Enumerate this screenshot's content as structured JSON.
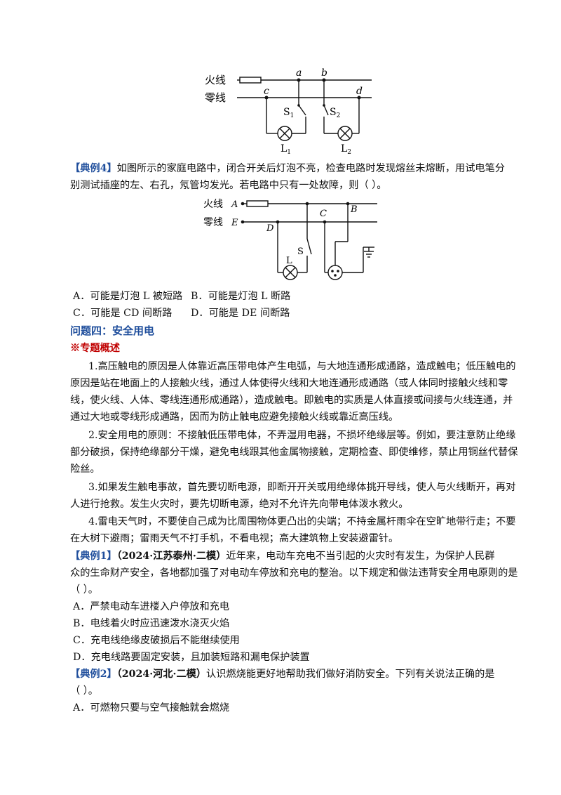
{
  "fig1": {
    "live_label": "火线",
    "neutral_label": "零线",
    "point_a": "a",
    "point_b": "b",
    "point_c": "c",
    "point_d": "d",
    "s1": "S",
    "s1_sub": "1",
    "s2": "S",
    "s2_sub": "2",
    "l1": "L",
    "l1_sub": "1",
    "l2": "L",
    "l2_sub": "2"
  },
  "example4": {
    "label": "【典例4】",
    "text_line1": "如图所示的家庭电路中，闭合开关后灯泡不亮，检查电路时发现熔丝未熔断，用试电笔分",
    "text_line2": "别测试插座的左、右孔，氖管均发光。若电路中只有一处故障，则（      ）。"
  },
  "fig2": {
    "live_label": "火线",
    "neutral_label": "零线",
    "point_A": "A",
    "point_E": "E",
    "point_C": "C",
    "point_B": "B",
    "point_D": "D",
    "switch_S": "S",
    "lamp_L": "L"
  },
  "example4_options": {
    "A": "A．可能是灯泡 L 被短路",
    "B": "B．可能是灯泡 L 断路",
    "C": "C．可能是 CD 间断路",
    "D": "D．可能是 DE 间断路"
  },
  "section4": {
    "title": "问题四：安全用电",
    "overview_label": "※专题概述",
    "p1_line1": "1.高压触电的原因是人体靠近高压带电体产生电弧，与大地连通形成通路，造成触电；低压触电的",
    "p1_line2": "原因是站在地面上的人接触火线，通过人体使得火线和大地连通形成通路（或人体同时接触火线和零",
    "p1_line3": "线，使火线、人体、零线连通形成通路），造成触电。即触电的实质是人体直接或间接与火线连通，并",
    "p1_line4": "通过大地或零线形成通路，因而为防止触电应避免接触火线或靠近高压线。",
    "p2_line1": "2.安全用电的原则：不接触低压带电体，不弄湿用电器，不损坏绝缘层等。例如，要注意防止绝缘",
    "p2_line2": "部分破损，保持绝缘部分干燥，避免电线跟其他金属物接触，定期检查、即使维修，禁止用铜丝代替保",
    "p2_line3": "险丝。",
    "p3_line1": "3.如果发生触电事故，首先要切断电源，即断开开关或用绝缘体挑开导线，使人与火线断开，再对",
    "p3_line2": "人进行抢救。发生火灾时，要先切断电源，绝对不允许先向带电体泼水救火。",
    "p4_line1": "4.雷电天气时，不要使自己成为比周围物体更凸出的尖端；不持金属杆雨伞在空旷地带行走；不要",
    "p4_line2": "在大树下避雨；雷雨天气不打手机，不看电视；高大建筑物上安装避雷针。"
  },
  "example1": {
    "label": "【典例1】",
    "source": "（2024·江苏泰州·二模）",
    "text_line1": "近年来，电动车充电不当引起的火灾时有发生，为保护人民群",
    "text_line2": "众的生命财产安全，各地都加强了对电动车停放和充电的整治。以下规定和做法违背安全用电原则的是",
    "text_line3": "（      ）。",
    "opt_A": "A．严禁电动车进楼入户停放和充电",
    "opt_B": "B．电线着火时应迅速泼水浇灭火焰",
    "opt_C": "C．充电线绝缘皮破损后不能继续使用",
    "opt_D": "D．充电线路要固定安装，且加装短路和漏电保护装置"
  },
  "example2": {
    "label": "【典例2】",
    "source": "（2024·河北·二模）",
    "text_line1": "认识燃烧能更好地帮助我们做好消防安全。下列有关说法正确的是",
    "text_line2": "（      ）。",
    "opt_A": "A．可燃物只要与空气接触就会燃烧"
  }
}
